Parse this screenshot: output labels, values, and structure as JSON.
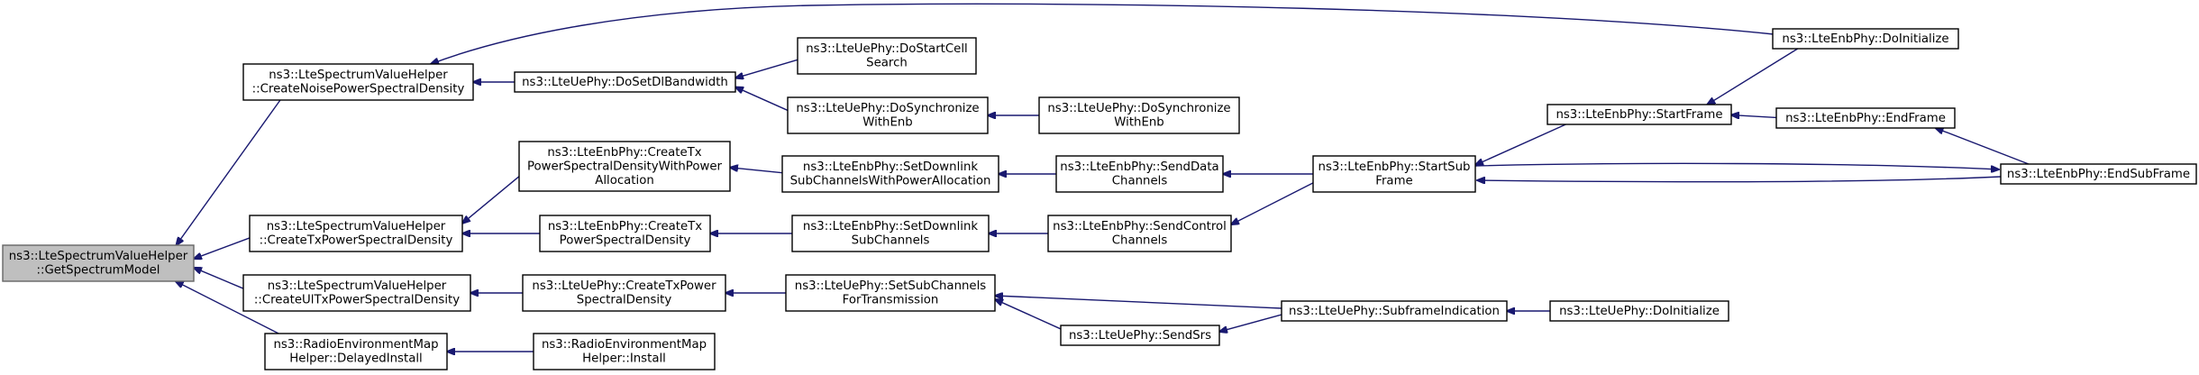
{
  "diagram": {
    "nodes": [
      {
        "id": "root",
        "lines": [
          "ns3::LteSpectrumValueHelper",
          "::GetSpectrumModel"
        ],
        "highlighted": true
      },
      {
        "id": "createNoise",
        "lines": [
          "ns3::LteSpectrumValueHelper",
          "::CreateNoisePowerSpectralDensity"
        ]
      },
      {
        "id": "createTxPsd",
        "lines": [
          "ns3::LteSpectrumValueHelper",
          "::CreateTxPowerSpectralDensity"
        ]
      },
      {
        "id": "createUlTx",
        "lines": [
          "ns3::LteSpectrumValueHelper",
          "::CreateUlTxPowerSpectralDensity"
        ]
      },
      {
        "id": "remDelayed",
        "lines": [
          "ns3::RadioEnvironmentMap",
          "Helper::DelayedInstall"
        ]
      },
      {
        "id": "ueSetDlBw",
        "lines": [
          "ns3::LteUePhy::DoSetDlBandwidth"
        ]
      },
      {
        "id": "enbCreateTxAlloc",
        "lines": [
          "ns3::LteEnbPhy::CreateTx",
          "PowerSpectralDensityWithPower",
          "Allocation"
        ]
      },
      {
        "id": "enbCreateTxPsd",
        "lines": [
          "ns3::LteEnbPhy::CreateTx",
          "PowerSpectralDensity"
        ]
      },
      {
        "id": "ueCreateTxPsd",
        "lines": [
          "ns3::LteUePhy::CreateTxPower",
          "SpectralDensity"
        ]
      },
      {
        "id": "remInstall",
        "lines": [
          "ns3::RadioEnvironmentMap",
          "Helper::Install"
        ]
      },
      {
        "id": "ueStartCellSearch",
        "lines": [
          "ns3::LteUePhy::DoStartCell",
          "Search"
        ]
      },
      {
        "id": "ueSyncEnb1",
        "lines": [
          "ns3::LteUePhy::DoSynchronize",
          "WithEnb"
        ]
      },
      {
        "id": "ueSyncEnb2",
        "lines": [
          "ns3::LteUePhy::DoSynchronize",
          "WithEnb"
        ]
      },
      {
        "id": "enbSetDlAlloc",
        "lines": [
          "ns3::LteEnbPhy::SetDownlink",
          "SubChannelsWithPowerAllocation"
        ]
      },
      {
        "id": "enbSetDl",
        "lines": [
          "ns3::LteEnbPhy::SetDownlink",
          "SubChannels"
        ]
      },
      {
        "id": "ueSetSub",
        "lines": [
          "ns3::LteUePhy::SetSubChannels",
          "ForTransmission"
        ]
      },
      {
        "id": "ueSendSrs",
        "lines": [
          "ns3::LteUePhy::SendSrs"
        ]
      },
      {
        "id": "enbSendData",
        "lines": [
          "ns3::LteEnbPhy::SendData",
          "Channels"
        ]
      },
      {
        "id": "enbSendCtrl",
        "lines": [
          "ns3::LteEnbPhy::SendControl",
          "Channels"
        ]
      },
      {
        "id": "enbStartSub",
        "lines": [
          "ns3::LteEnbPhy::StartSub",
          "Frame"
        ]
      },
      {
        "id": "enbStartFrame",
        "lines": [
          "ns3::LteEnbPhy::StartFrame"
        ]
      },
      {
        "id": "enbDoInit",
        "lines": [
          "ns3::LteEnbPhy::DoInitialize"
        ]
      },
      {
        "id": "enbEndFrame",
        "lines": [
          "ns3::LteEnbPhy::EndFrame"
        ]
      },
      {
        "id": "enbEndSub",
        "lines": [
          "ns3::LteEnbPhy::EndSubFrame"
        ]
      },
      {
        "id": "ueSubframeInd",
        "lines": [
          "ns3::LteUePhy::SubframeIndication"
        ]
      },
      {
        "id": "ueDoInit",
        "lines": [
          "ns3::LteUePhy::DoInitialize"
        ]
      }
    ],
    "edges": [
      {
        "from": "createNoise",
        "to": "root"
      },
      {
        "from": "createTxPsd",
        "to": "root"
      },
      {
        "from": "createUlTx",
        "to": "root"
      },
      {
        "from": "remDelayed",
        "to": "root"
      },
      {
        "from": "ueSetDlBw",
        "to": "createNoise"
      },
      {
        "from": "enbDoInit",
        "to": "createNoise"
      },
      {
        "from": "ueStartCellSearch",
        "to": "ueSetDlBw"
      },
      {
        "from": "ueSyncEnb1",
        "to": "ueSetDlBw"
      },
      {
        "from": "ueSyncEnb2",
        "to": "ueSyncEnb1"
      },
      {
        "from": "enbCreateTxAlloc",
        "to": "createTxPsd"
      },
      {
        "from": "enbCreateTxPsd",
        "to": "createTxPsd"
      },
      {
        "from": "enbSetDlAlloc",
        "to": "enbCreateTxAlloc"
      },
      {
        "from": "enbSetDl",
        "to": "enbCreateTxPsd"
      },
      {
        "from": "enbSendData",
        "to": "enbSetDlAlloc"
      },
      {
        "from": "enbSendCtrl",
        "to": "enbSetDl"
      },
      {
        "from": "enbStartSub",
        "to": "enbSendData"
      },
      {
        "from": "enbStartSub",
        "to": "enbSendCtrl"
      },
      {
        "from": "enbStartFrame",
        "to": "enbStartSub"
      },
      {
        "from": "enbEndSub",
        "to": "enbStartSub"
      },
      {
        "from": "enbDoInit",
        "to": "enbStartFrame"
      },
      {
        "from": "enbEndFrame",
        "to": "enbStartFrame"
      },
      {
        "from": "enbEndSub",
        "to": "enbEndFrame"
      },
      {
        "from": "enbStartSub",
        "to": "enbEndSub"
      },
      {
        "from": "ueCreateTxPsd",
        "to": "createUlTx"
      },
      {
        "from": "ueSetSub",
        "to": "ueCreateTxPsd"
      },
      {
        "from": "ueSubframeInd",
        "to": "ueSetSub"
      },
      {
        "from": "ueSendSrs",
        "to": "ueSetSub"
      },
      {
        "from": "ueSubframeInd",
        "to": "ueSendSrs"
      },
      {
        "from": "ueDoInit",
        "to": "ueSubframeInd"
      },
      {
        "from": "remInstall",
        "to": "remDelayed"
      }
    ]
  }
}
